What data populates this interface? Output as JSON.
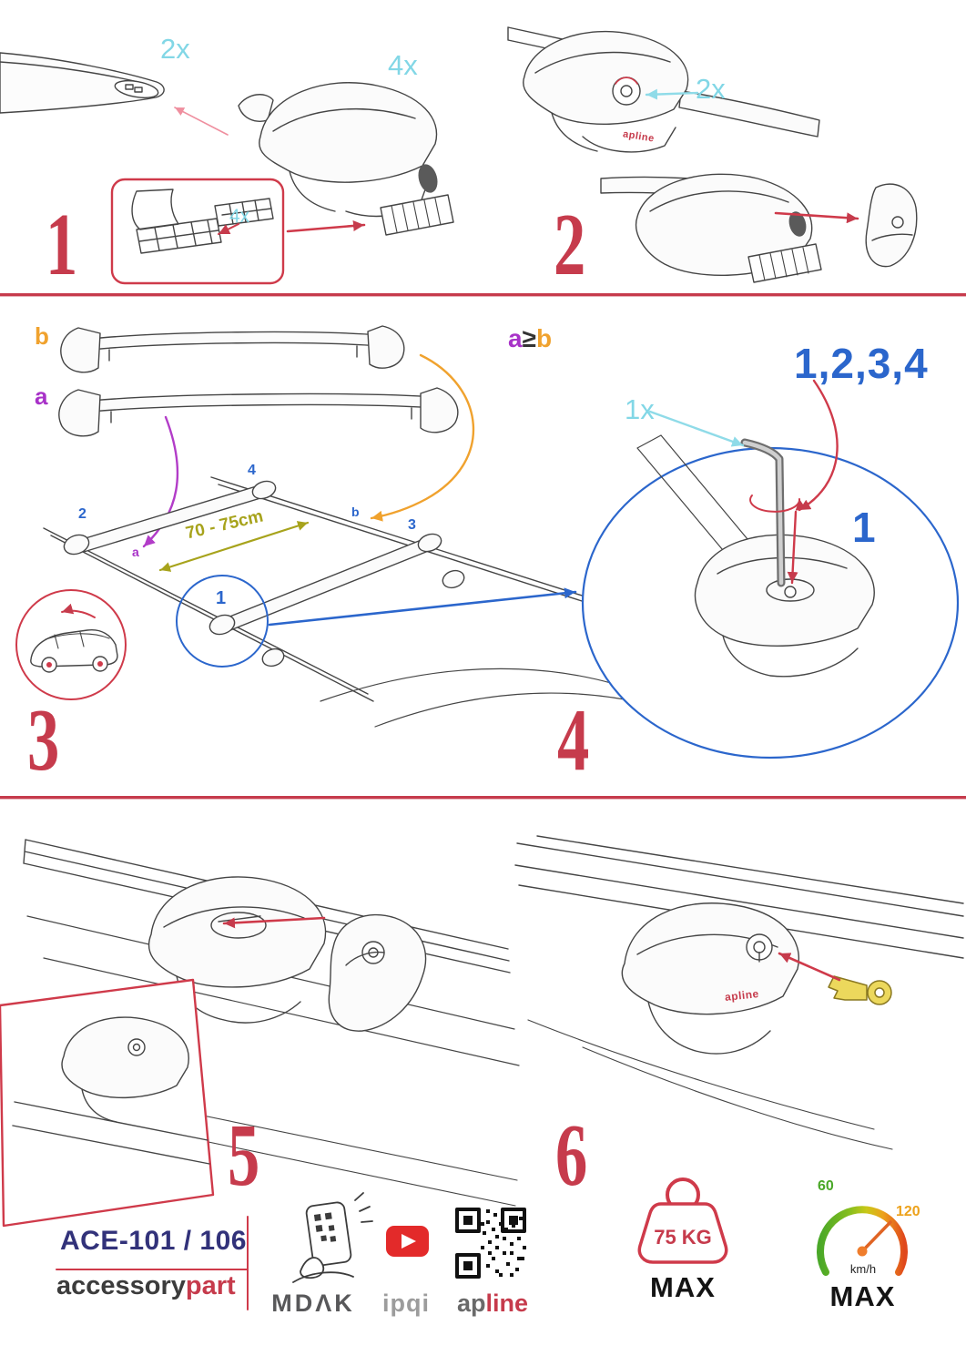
{
  "step1": {
    "number": "1",
    "bar_qty": "2x",
    "foot_qty": "4x",
    "pad_qty": "4x"
  },
  "step2": {
    "number": "2",
    "lock_qty": "2x",
    "foot_logo": "apline"
  },
  "step3": {
    "number": "3",
    "bar_b_label": "b",
    "bar_a_label": "a",
    "roof_a": "a",
    "roof_b": "b",
    "pos1": "1",
    "pos2": "2",
    "pos3": "3",
    "pos4": "4",
    "measure": "70 - 75cm"
  },
  "step4": {
    "number": "4",
    "cond_a": "a",
    "cond_op": "≥",
    "cond_b": "b",
    "sequence": "1,2,3,4",
    "tool_qty": "1x",
    "pos1": "1"
  },
  "step5": {
    "number": "5"
  },
  "step6": {
    "number": "6",
    "foot_logo": "apline"
  },
  "footer": {
    "model": "ACE-101 / 106",
    "brand_gray": "accessory",
    "brand_red": "part",
    "logo_mdak": "MDΛK",
    "logo_ipqi": "ipqi",
    "logo_ap": "ap",
    "logo_line": "line",
    "weight": "75 KG",
    "weight_max": "MAX",
    "speed_low": "60",
    "speed_high": "120",
    "speed_unit": "km/h",
    "speed_max": "MAX"
  },
  "colors": {
    "accent": "#c63b4c",
    "cyan": "#82d7e6",
    "blue": "#2b66cc",
    "purple": "#a832c8",
    "orange": "#f0a22e",
    "olive": "#a7a31c",
    "navy": "#32327a"
  }
}
